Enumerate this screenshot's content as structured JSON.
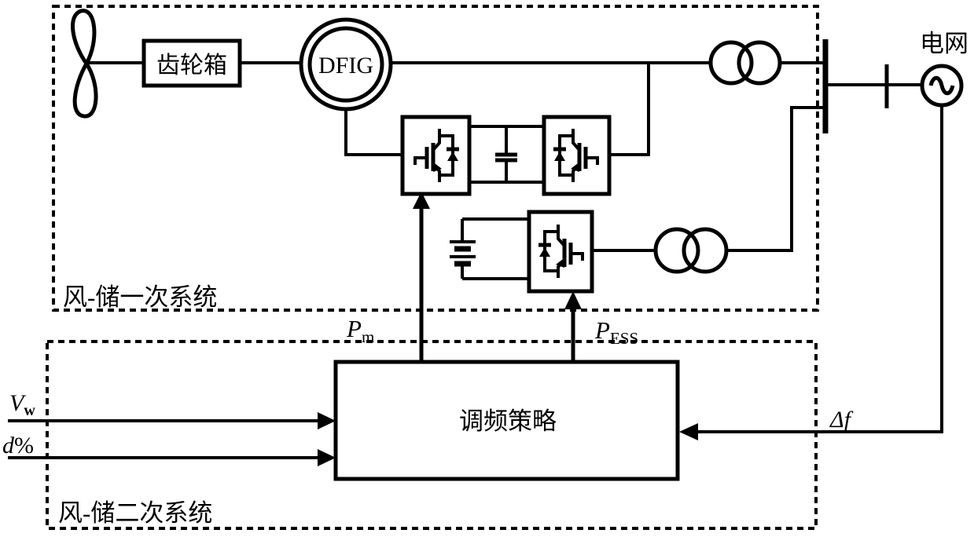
{
  "systems": {
    "primary": {
      "label": "风-储一次系统"
    },
    "secondary": {
      "label": "风-储二次系统"
    }
  },
  "components": {
    "gearbox": {
      "label": "齿轮箱"
    },
    "dfig": {
      "label": "DFIG"
    },
    "grid": {
      "label": "电网"
    },
    "strategy": {
      "label": "调频策略"
    }
  },
  "signals": {
    "pm": {
      "base": "P",
      "sub": "m"
    },
    "pess": {
      "base": "P",
      "sub": "ESS"
    },
    "vw": {
      "base": "V",
      "sub": "w"
    },
    "d": {
      "base": "d",
      "suffix": "%"
    },
    "df": {
      "base": "Δf"
    }
  },
  "icons": {
    "wind_turbine": "figure-eight-rotor-blades",
    "converter": "igbt-with-antiparallel-diode",
    "dc_capacitor": "parallel-plate-capacitor",
    "battery": "battery-cell-stack",
    "transformer": "two-overlapping-circles",
    "busbar": "thick-vertical-bar",
    "breaker": "vertical-tick",
    "ac_source": "circle-with-sine-wave"
  },
  "colors": {
    "stroke": "#000000",
    "background": "#ffffff"
  }
}
